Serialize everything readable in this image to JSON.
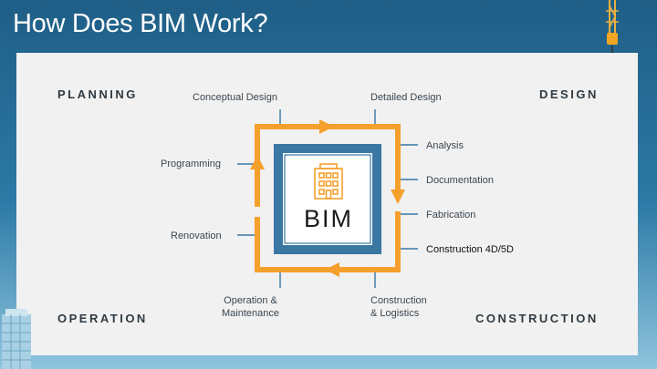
{
  "title": "How Does BIM Work?",
  "center_label": "BIM",
  "corners": {
    "top_left": "PLANNING",
    "top_right": "DESIGN",
    "bottom_left": "OPERATION",
    "bottom_right": "CONSTRUCTION"
  },
  "stages": {
    "conceptual_design": "Conceptual Design",
    "detailed_design": "Detailed Design",
    "analysis": "Analysis",
    "documentation": "Documentation",
    "fabrication": "Fabrication",
    "construction_4d5d": "Construction 4D/5D",
    "construction_logistics": [
      "Construction",
      "& Logistics"
    ],
    "operation_maintenance": [
      "Operation &",
      "Maintenance"
    ],
    "renovation": "Renovation",
    "programming": "Programming"
  },
  "colors": {
    "cycle_orange": "#f5a02c",
    "frame_blue": "#3a77a3",
    "connector_blue": "#3a77a3",
    "background_gradient": [
      "#1f5e86",
      "#8fc4dd"
    ]
  },
  "icons": [
    "building-icon",
    "crane-icon",
    "skyscraper-icon"
  ]
}
